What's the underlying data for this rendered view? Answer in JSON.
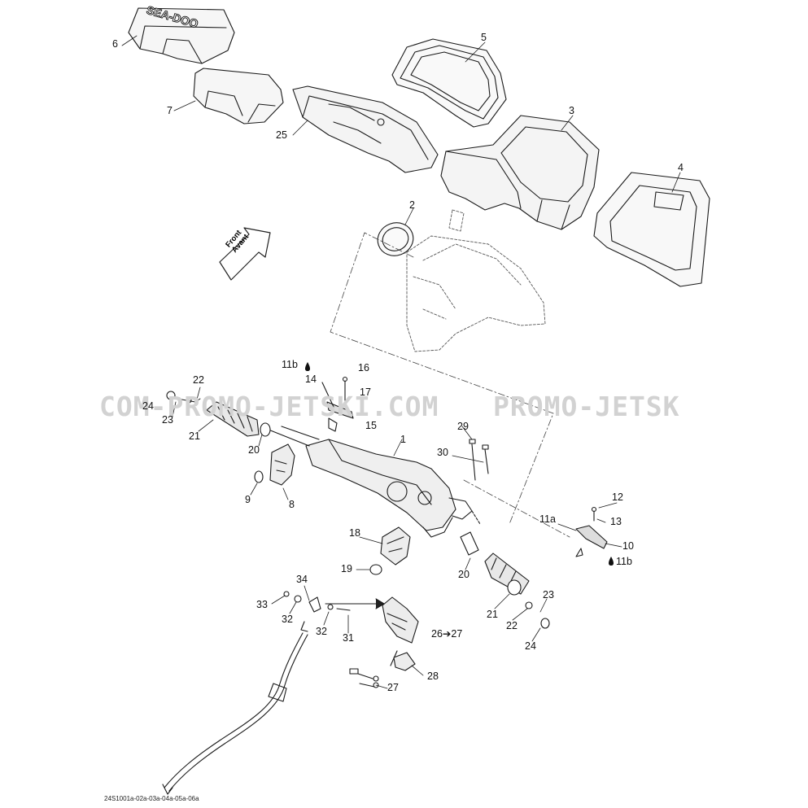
{
  "watermark": {
    "left": "COM-PROMO-JETSKI.COM",
    "right": "PROMO-JETSK"
  },
  "direction_arrow": {
    "line1": "Front",
    "line2": "Avant"
  },
  "brand_mark": "SEA-DOO",
  "footer_code": "24S1001a-02a-03a-04a-05a-06a",
  "callouts": [
    {
      "id": "6",
      "text": "6"
    },
    {
      "id": "5",
      "text": "5"
    },
    {
      "id": "7",
      "text": "7"
    },
    {
      "id": "25",
      "text": "25"
    },
    {
      "id": "3",
      "text": "3"
    },
    {
      "id": "4",
      "text": "4"
    },
    {
      "id": "2",
      "text": "2"
    },
    {
      "id": "11b-top",
      "text": "11b"
    },
    {
      "id": "16",
      "text": "16"
    },
    {
      "id": "14",
      "text": "14"
    },
    {
      "id": "17",
      "text": "17"
    },
    {
      "id": "22-left",
      "text": "22"
    },
    {
      "id": "24-left",
      "text": "24"
    },
    {
      "id": "23-left",
      "text": "23"
    },
    {
      "id": "15",
      "text": "15"
    },
    {
      "id": "21-left",
      "text": "21"
    },
    {
      "id": "1",
      "text": "1"
    },
    {
      "id": "29",
      "text": "29"
    },
    {
      "id": "20-left",
      "text": "20"
    },
    {
      "id": "30",
      "text": "30"
    },
    {
      "id": "9",
      "text": "9"
    },
    {
      "id": "8",
      "text": "8"
    },
    {
      "id": "12",
      "text": "12"
    },
    {
      "id": "11a",
      "text": "11a"
    },
    {
      "id": "13",
      "text": "13"
    },
    {
      "id": "18",
      "text": "18"
    },
    {
      "id": "10",
      "text": "10"
    },
    {
      "id": "11b-right",
      "text": "11b"
    },
    {
      "id": "19",
      "text": "19"
    },
    {
      "id": "20-right",
      "text": "20"
    },
    {
      "id": "34",
      "text": "34"
    },
    {
      "id": "23-right",
      "text": "23"
    },
    {
      "id": "33",
      "text": "33"
    },
    {
      "id": "21-right",
      "text": "21"
    },
    {
      "id": "22-right",
      "text": "22"
    },
    {
      "id": "32-a",
      "text": "32"
    },
    {
      "id": "32-b",
      "text": "32"
    },
    {
      "id": "26-27",
      "text": "26➔27"
    },
    {
      "id": "31",
      "text": "31"
    },
    {
      "id": "24-right",
      "text": "24"
    },
    {
      "id": "28",
      "text": "28"
    },
    {
      "id": "27",
      "text": "27"
    }
  ]
}
